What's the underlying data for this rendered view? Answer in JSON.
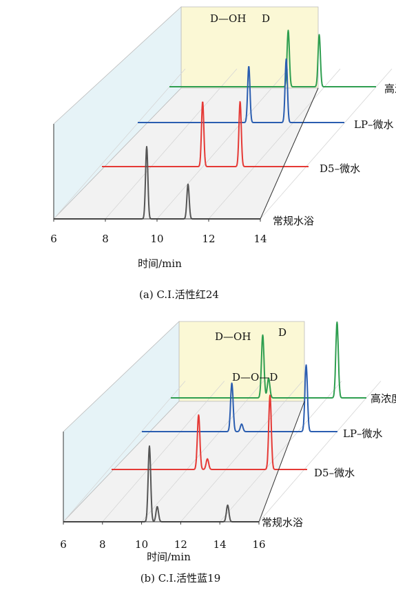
{
  "chart_data": [
    {
      "type": "line",
      "view": "3d-waterfall",
      "caption": "(a) C.I.活性红24",
      "xlabel": "时间/min",
      "xlim": [
        6,
        14
      ],
      "xticks": [
        "6",
        "8",
        "10",
        "12",
        "14"
      ],
      "peak_labels": [
        "D—OH",
        "D"
      ],
      "series": [
        {
          "name": "常规水浴",
          "color": "#555555",
          "peaks": [
            {
              "x": 9.6,
              "height": 1.0
            },
            {
              "x": 11.2,
              "height": 0.48
            }
          ]
        },
        {
          "name": "D5–微水",
          "color": "#e53935",
          "peaks": [
            {
              "x": 9.9,
              "height": 0.9
            },
            {
              "x": 11.35,
              "height": 0.9
            }
          ]
        },
        {
          "name": "LP–微水",
          "color": "#2a5db0",
          "peaks": [
            {
              "x": 10.3,
              "height": 0.78
            },
            {
              "x": 11.75,
              "height": 0.88
            }
          ]
        },
        {
          "name": "高浓度水浴",
          "color": "#2e9e4f",
          "peaks": [
            {
              "x": 10.6,
              "height": 0.78
            },
            {
              "x": 11.8,
              "height": 0.72
            }
          ]
        }
      ]
    },
    {
      "type": "line",
      "view": "3d-waterfall",
      "caption": "(b) C.I.活性蓝19",
      "xlabel": "时间/min",
      "xlim": [
        6,
        16
      ],
      "xticks": [
        "6",
        "8",
        "10",
        "12",
        "14",
        "16"
      ],
      "peak_labels": [
        "D—OH",
        "D—O—D",
        "D"
      ],
      "series": [
        {
          "name": "常规水浴",
          "color": "#555555",
          "peaks": [
            {
              "x": 10.4,
              "height": 1.0
            },
            {
              "x": 10.8,
              "height": 0.2
            },
            {
              "x": 14.4,
              "height": 0.22
            }
          ]
        },
        {
          "name": "D5–微水",
          "color": "#e53935",
          "peaks": [
            {
              "x": 10.45,
              "height": 0.72
            },
            {
              "x": 10.9,
              "height": 0.14
            },
            {
              "x": 14.1,
              "height": 0.98
            }
          ]
        },
        {
          "name": "LP–微水",
          "color": "#2a5db0",
          "peaks": [
            {
              "x": 10.6,
              "height": 0.64
            },
            {
              "x": 11.1,
              "height": 0.1
            },
            {
              "x": 14.4,
              "height": 0.88
            }
          ]
        },
        {
          "name": "高浓度水浴",
          "color": "#2e9e4f",
          "peaks": [
            {
              "x": 10.7,
              "height": 0.83
            },
            {
              "x": 11.0,
              "height": 0.26
            },
            {
              "x": 14.5,
              "height": 1.0
            }
          ]
        }
      ]
    }
  ]
}
